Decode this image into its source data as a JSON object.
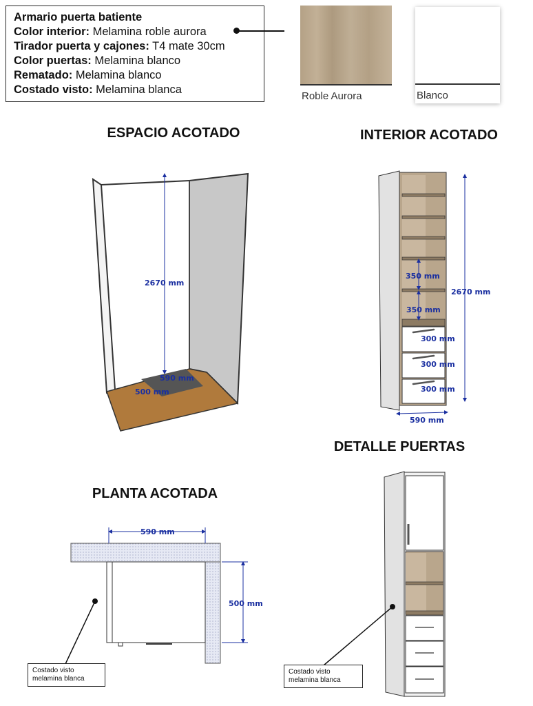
{
  "spec_box": {
    "title": "Armario puerta batiente",
    "rows": [
      {
        "label": "Color interior:",
        "value": " Melamina roble aurora"
      },
      {
        "label": "Tirador puerta y cajones:",
        "value": " T4 mate 30cm"
      },
      {
        "label": "Color puertas:",
        "value": " Melamina blanco"
      },
      {
        "label": "Rematado:",
        "value": " Melamina blanco"
      },
      {
        "label": "Costado visto:",
        "value": " Melamina blanca"
      }
    ]
  },
  "swatches": [
    {
      "name": "Roble Aurora",
      "color": "#b9a68c"
    },
    {
      "name": "Blanco",
      "color": "#ffffff"
    }
  ],
  "sections": {
    "espacio": "ESPACIO ACOTADO",
    "interior": "INTERIOR ACOTADO",
    "detalle": "DETALLE PUERTAS",
    "planta": "PLANTA ACOTADA"
  },
  "dimensions": {
    "espacio": {
      "height": "2670 mm",
      "width": "590 mm",
      "depth": "500 mm"
    },
    "interior": {
      "height": "2670 mm",
      "shelf1": "350 mm",
      "shelf2": "350 mm",
      "drawer1": "300 mm",
      "drawer2": "300 mm",
      "drawer3": "300 mm",
      "width": "590 mm"
    },
    "planta": {
      "width": "590 mm",
      "depth": "500 mm"
    }
  },
  "callouts": {
    "planta": {
      "line1": "Costado visto",
      "line2": "melamina blanca"
    },
    "detalle": {
      "line1": "Costado visto",
      "line2": "melamina blanca"
    }
  },
  "colors": {
    "dimension": "#1a2fa0",
    "oak": "#b9a68c",
    "floor": "#b07a3c"
  }
}
